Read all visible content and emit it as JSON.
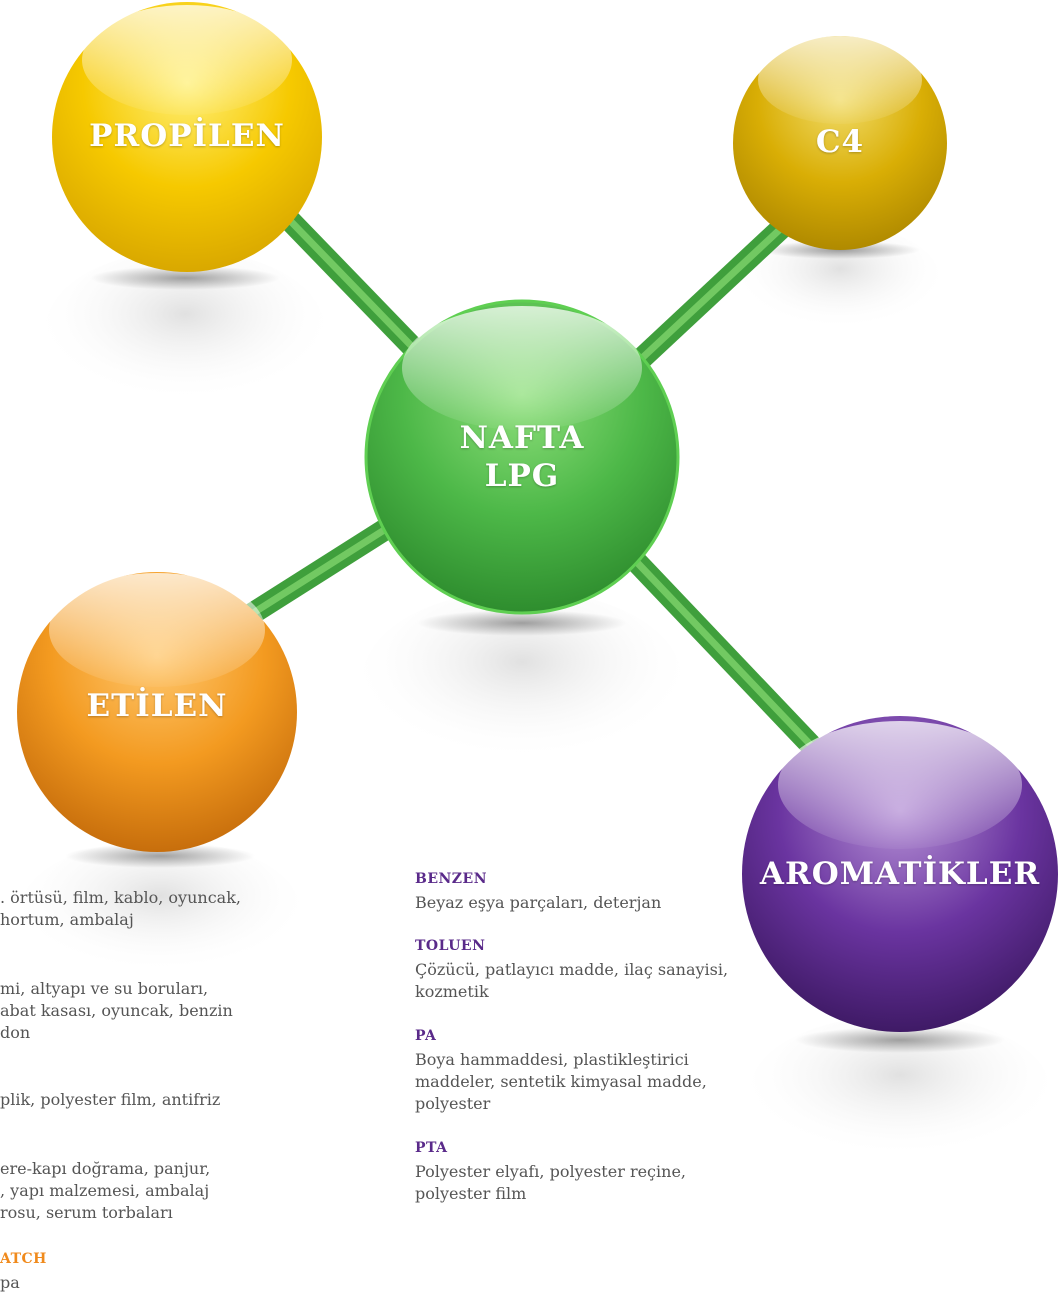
{
  "colors": {
    "green": "#4db848",
    "yellow": "#f6c900",
    "gold": "#d9ae05",
    "orange": "#f39a20",
    "purple": "#5b2a86",
    "text": "#555555",
    "head_purple": "#5a2a8a",
    "head_orange": "#f08a1c"
  },
  "nodes": {
    "center": [
      "NAFTA",
      "LPG"
    ],
    "propilen": "PROPİLEN",
    "c4": "C4",
    "etilen": "ETİLEN",
    "aromatikler": "AROMATİKLER"
  },
  "aromatics_products": [
    {
      "name": "BENZEN",
      "uses": [
        "Beyaz eşya parçaları, deterjan"
      ]
    },
    {
      "name": "TOLUEN",
      "uses": [
        "Çözücü, patlayıcı madde, ilaç sanayisi,",
        "kozmetik"
      ]
    },
    {
      "name": "PA",
      "uses": [
        "Boya hammaddesi, plastikleştirici",
        "maddeler, sentetik kimyasal madde,",
        "polyester"
      ]
    },
    {
      "name": "PTA",
      "uses": [
        "Polyester elyafı, polyester reçine,",
        "polyester film"
      ]
    }
  ],
  "ethylene_products_cut": [
    {
      "uses": [
        ". örtüsü, film, kablo, oyuncak,",
        "hortum, ambalaj"
      ]
    },
    {
      "uses": [
        "mi, altyapı ve su boruları,",
        "abat kasası, oyuncak, benzin",
        "don"
      ]
    },
    {
      "uses": [
        "plik, polyester film, antifriz"
      ]
    },
    {
      "uses": [
        "ere-kapı doğrama, panjur,",
        ", yapı malzemesi, ambalaj",
        "rosu, serum torbaları"
      ]
    },
    {
      "name": "ATCH",
      "uses": [
        "pa"
      ]
    }
  ]
}
